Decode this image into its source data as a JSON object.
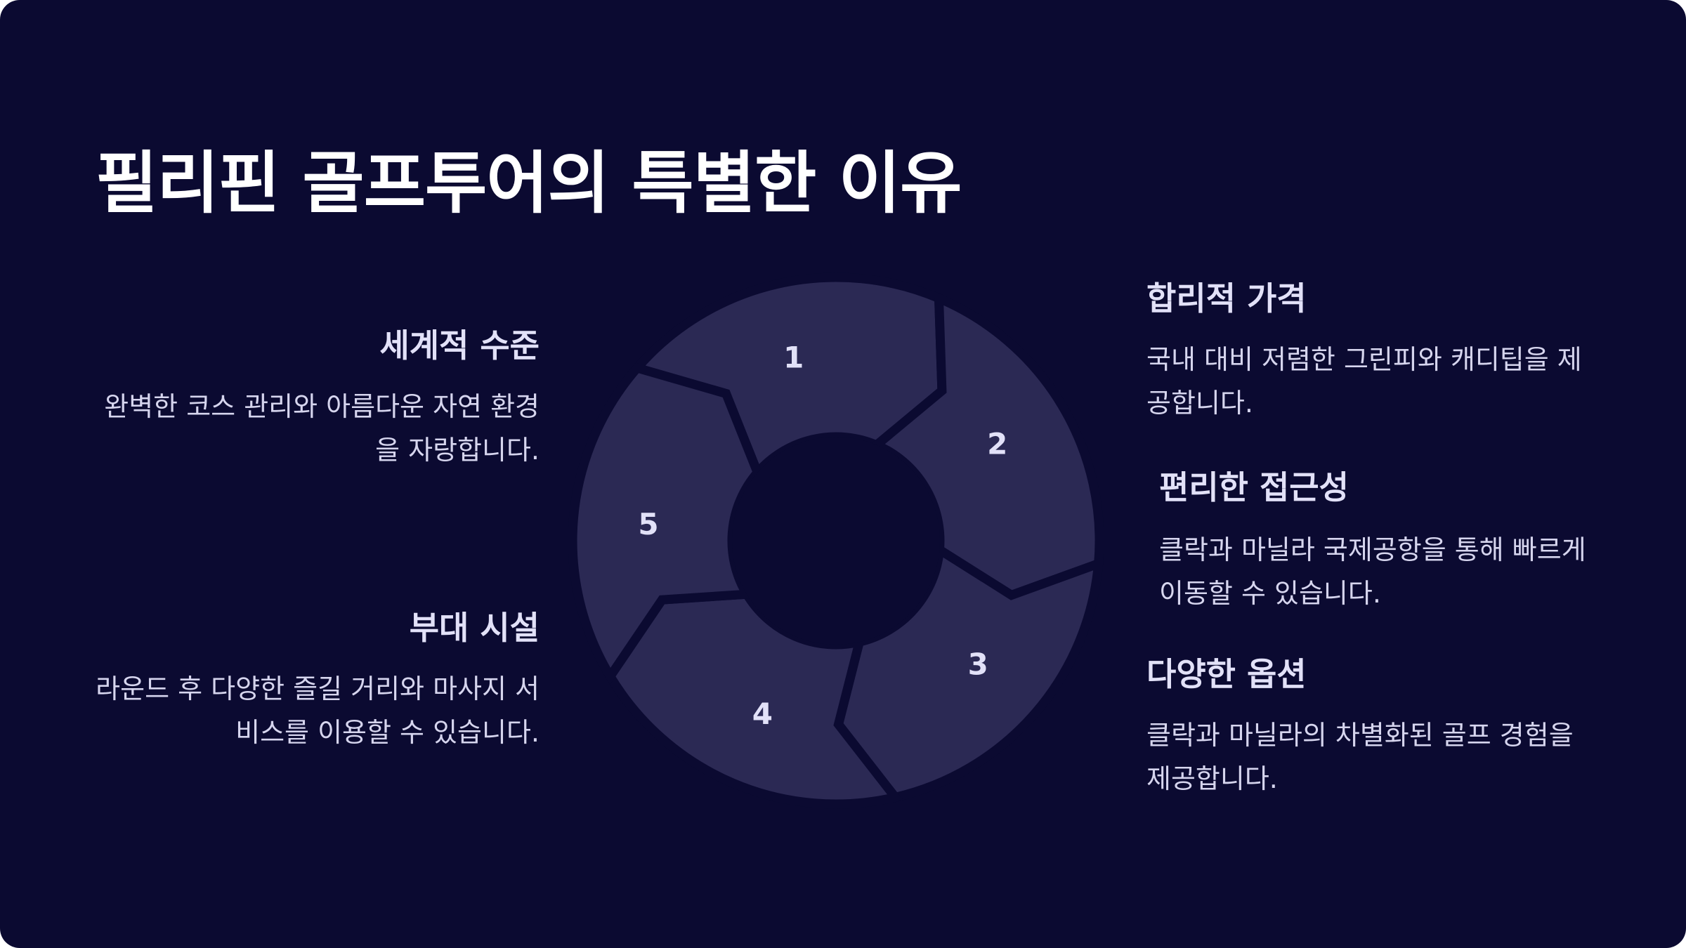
{
  "slide": {
    "title": "필리핀 골프투어의 특별한 이유",
    "background_color": "#0b0a31",
    "segment_color": "#2b2954"
  },
  "cycle": {
    "steps": [
      "1",
      "2",
      "3",
      "4",
      "5"
    ]
  },
  "items": [
    {
      "heading": "세계적 수준",
      "body": "완벽한 코스 관리와 아름다운 자연 환경을 자랑합니다."
    },
    {
      "heading": "합리적 가격",
      "body": "국내 대비 저렴한 그린피와 캐디팁을 제공합니다."
    },
    {
      "heading": "편리한 접근성",
      "body": "클락과 마닐라 국제공항을 통해 빠르게 이동할 수 있습니다."
    },
    {
      "heading": "다양한 옵션",
      "body": "클락과 마닐라의 차별화된 골프 경험을 제공합니다."
    },
    {
      "heading": "부대 시설",
      "body": "라운드 후 다양한 즐길 거리와 마사지 서비스를 이용할 수 있습니다."
    }
  ]
}
